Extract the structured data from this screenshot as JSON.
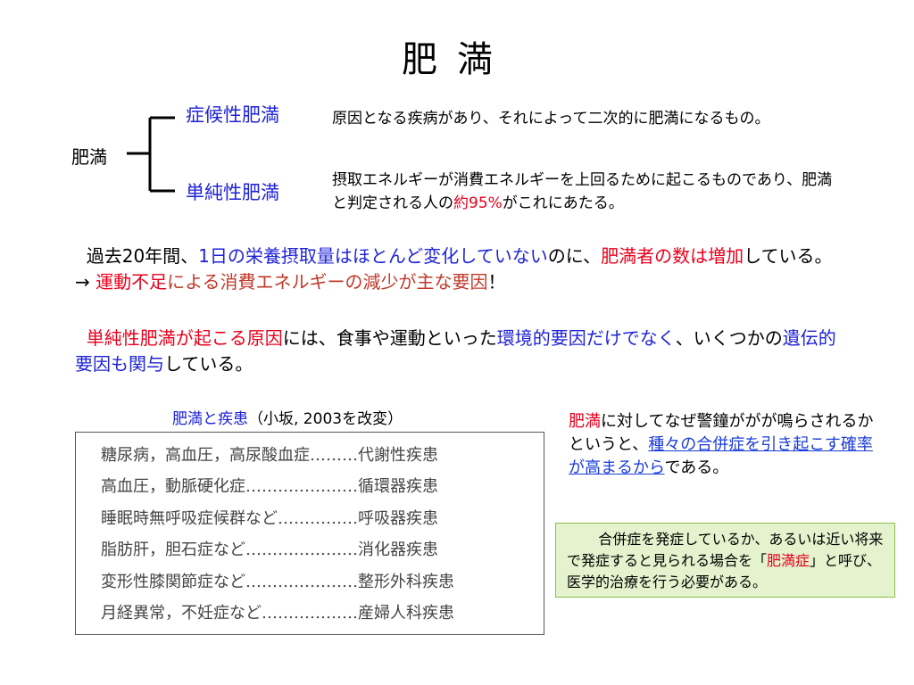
{
  "title": "肥満",
  "classification": {
    "root": "肥満",
    "items": [
      {
        "name": "症候性肥満",
        "desc": "原因となる疾病があり、それによって二次的に肥満になるもの。"
      },
      {
        "name": "単純性肥満",
        "desc_pre": "摂取エネルギーが消費エネルギーを上回るために起こるものであり、肥満と判定される人の",
        "desc_hl": "約95%",
        "desc_post": "がこれにあたる。"
      }
    ]
  },
  "para1": {
    "s1": "過去20年間、",
    "s2": "1日の栄養摂取量はほとんど変化していない",
    "s3": "のに、",
    "s4": "肥満者の数は増加",
    "s5": "している。 →  ",
    "s6": "運動不足",
    "s7": "による消費エネルギーの減少が主な要因",
    "s8": "！"
  },
  "para2": {
    "s1": "単純性肥満が起こる原因",
    "s2": "には、食事や運動といった",
    "s3": "環境的要因だけでなく",
    "s4": "、いくつかの",
    "s5": "遺伝的要因も関与",
    "s6": "している。"
  },
  "disease_caption": {
    "hl": "肥満と疾患",
    "rest": "（小坂, 2003を改変）"
  },
  "disease_rows": [
    "糖尿病，高血圧，高尿酸血症………代謝性疾患",
    "高血圧，動脈硬化症…………………循環器疾患",
    "睡眠時無呼吸症候群など……………呼吸器疾患",
    "脂肪肝，胆石症など…………………消化器疾患",
    "変形性膝関節症など…………………整形外科疾患",
    "月経異常，不妊症など………………産婦人科疾患"
  ],
  "alarm_note": {
    "s1": "肥満",
    "s2": "に対してなぜ警鐘ががが鳴らされるかというと、",
    "s3": "種々の合併症を引き起こす確率が高まるから",
    "s4": "である。"
  },
  "definition": {
    "pre": "合併症を発症しているか、あるいは近い将来で発症すると見られる場合を「",
    "hl": "肥満症",
    "post": "」と呼び、医学的治療を行う必要がある。"
  },
  "colors": {
    "blue": "#1f23d6",
    "red": "#e8001c",
    "box_bg": "#e4f2cd",
    "box_border": "#8bbf4a"
  }
}
